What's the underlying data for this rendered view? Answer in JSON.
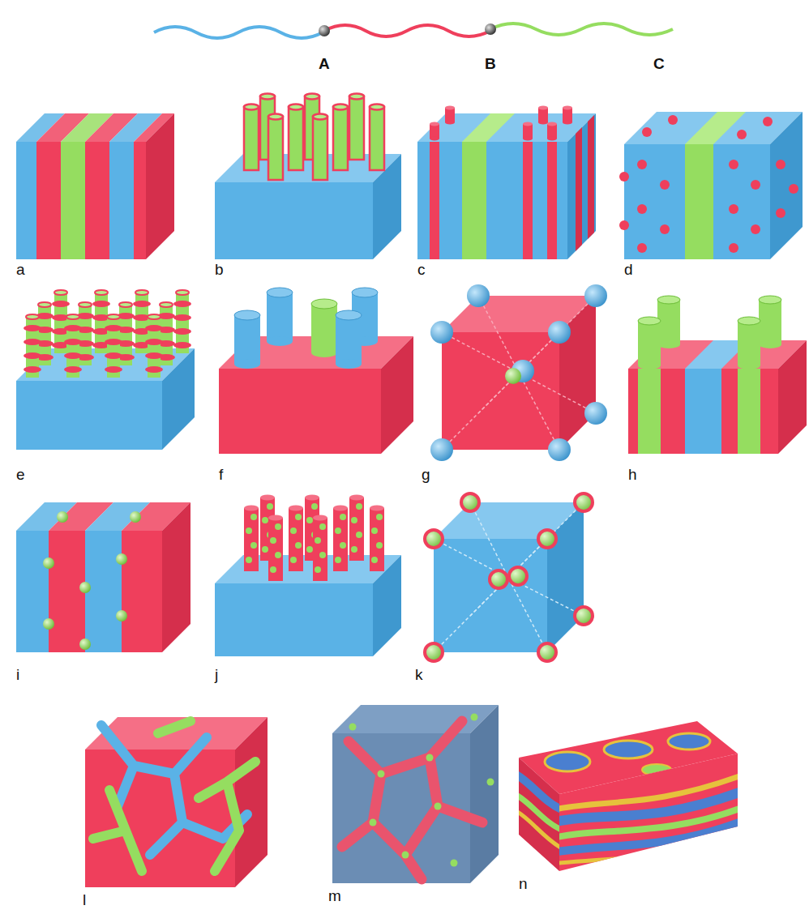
{
  "diagram": {
    "labels": [
      "A",
      "B",
      "C",
      "a",
      "b",
      "c",
      "d",
      "e",
      "f",
      "g",
      "h",
      "i",
      "j",
      "k",
      "l",
      "m",
      "n"
    ]
  }
}
